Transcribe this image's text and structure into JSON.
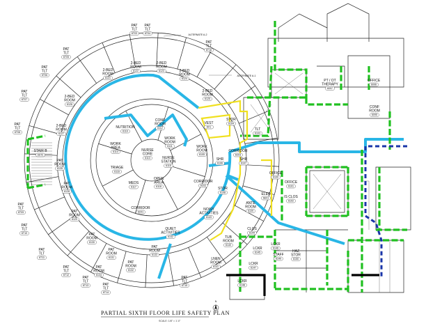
{
  "title": "PARTIAL SIXTH FLOOR LIFE SAFETY PLAN",
  "scale": "SCALE: 1/8\" = 1'-0\"",
  "north": "N",
  "callouts": {
    "alt_a2": "ALTERNATE A-2",
    "alt_a1": "ALTERNATE A-1"
  },
  "patient_rooms": [
    {
      "label": "PAT\nTLT",
      "tag": "6T03"
    },
    {
      "label": "PAT\nTLT",
      "tag": "6T04"
    },
    {
      "label": "PAT\nTLT",
      "tag": "6T05"
    },
    {
      "label": "PAT\nTLT",
      "tag": "6T06"
    },
    {
      "label": "PAT\nTLT",
      "tag": "6T07"
    },
    {
      "label": "PAT\nTLT",
      "tag": "6T08"
    },
    {
      "label": "PAT\nTLT",
      "tag": "6T09"
    },
    {
      "label": "PAT\nTLT",
      "tag": "6T10"
    },
    {
      "label": "PAT\nTLT",
      "tag": "6T11"
    },
    {
      "label": "PAT\nTLT",
      "tag": "6T12"
    },
    {
      "label": "PAT\nTLT",
      "tag": "6T13"
    },
    {
      "label": "PAT\nTLT",
      "tag": "6T14"
    },
    {
      "label": "PAT\nTLT",
      "tag": "6T15"
    },
    {
      "label": "PAT\nTLT",
      "tag": "6T16"
    }
  ],
  "rooms": [
    {
      "key": "bed1",
      "label": "2-BED\nROOM",
      "tag": "6121"
    },
    {
      "key": "bed2",
      "label": "2-BED\nROOM",
      "tag": "6122"
    },
    {
      "key": "bed3",
      "label": "2-BED\nROOM",
      "tag": "6123"
    },
    {
      "key": "bed4",
      "label": "2-BED\nROOM",
      "tag": "6124"
    },
    {
      "key": "bed5",
      "label": "2-BED\nROOM",
      "tag": "6125"
    },
    {
      "key": "bed6",
      "label": "2-BED\nROOM",
      "tag": "6126"
    },
    {
      "key": "bed7",
      "label": "2-BED\nROOM",
      "tag": "6127"
    },
    {
      "key": "patroom1",
      "label": "PAT\nROOM",
      "tag": "6128"
    },
    {
      "key": "patroom2",
      "label": "PAT\nROOM",
      "tag": "6129"
    },
    {
      "key": "patroom3",
      "label": "PAT\nROOM",
      "tag": "6130"
    },
    {
      "key": "patroom4",
      "label": "PAT\nROOM",
      "tag": "6131"
    },
    {
      "key": "patroom5",
      "label": "PAT\nROOM",
      "tag": "6132"
    },
    {
      "key": "patroom6",
      "label": "PAT\nROOM",
      "tag": "6133"
    },
    {
      "key": "patroom7",
      "label": "PAT\nROOM",
      "tag": "6134"
    },
    {
      "key": "patroom8",
      "label": "PAT\nROOM",
      "tag": "6135"
    },
    {
      "key": "stair",
      "label": "STAIR B",
      "tag": "6ST2"
    },
    {
      "key": "nutrition",
      "label": "NUTRITION",
      "tag": "6110"
    },
    {
      "key": "conf",
      "label": "CONF\nROOM",
      "tag": "6112"
    },
    {
      "key": "work",
      "label": "WORK\nROOM",
      "tag": "6111"
    },
    {
      "key": "workarea",
      "label": "WORK\nAREA",
      "tag": "6114"
    },
    {
      "key": "nursecore",
      "label": "NURSE\nCORE",
      "tag": "6113"
    },
    {
      "key": "nursestation",
      "label": "NURSE\nSTATION",
      "tag": "6115"
    },
    {
      "key": "triage",
      "label": "TRIAGE",
      "tag": "6116"
    },
    {
      "key": "meds",
      "label": "MEDS",
      "tag": "6117"
    },
    {
      "key": "openarea",
      "label": "OPEN\nAREA",
      "tag": "6118"
    },
    {
      "key": "corridor",
      "label": "CORRIDOR",
      "tag": "6C01"
    },
    {
      "key": "corridor2",
      "label": "CORRIDOR",
      "tag": "6C02"
    },
    {
      "key": "corridor3",
      "label": "CORRIDOR",
      "tag": "6C03"
    },
    {
      "key": "vest",
      "label": "VEST",
      "tag": "6V1"
    },
    {
      "key": "stor",
      "label": "STOR",
      "tag": "6104"
    },
    {
      "key": "tlt",
      "label": "TLT",
      "tag": "6103"
    },
    {
      "key": "workroom2",
      "label": "WORK\nROOM",
      "tag": "6105"
    },
    {
      "key": "shr1",
      "label": "SHR",
      "tag": "6106"
    },
    {
      "key": "shr2",
      "label": "SHR",
      "tag": "6107"
    },
    {
      "key": "stor2",
      "label": "STOR",
      "tag": "6108"
    },
    {
      "key": "anteroom",
      "label": "ANTE\nROOM",
      "tag": "6109"
    },
    {
      "key": "elec",
      "label": "ELEC",
      "tag": "6E01"
    },
    {
      "key": "office1",
      "label": "OFFICE",
      "tag": "6100"
    },
    {
      "key": "office2",
      "label": "OFFICE",
      "tag": "6101"
    },
    {
      "key": "isclos",
      "label": "IS CLOS",
      "tag": "6102"
    },
    {
      "key": "tubroom",
      "label": "TUB\nROOM",
      "tag": "6140"
    },
    {
      "key": "linroom",
      "label": "LNEN\nROOM",
      "tag": "6141"
    },
    {
      "key": "quiet",
      "label": "QUIET\nACTIVITIES",
      "tag": "6142"
    },
    {
      "key": "noisy",
      "label": "NOISY\nACTIVITIES",
      "tag": "6143"
    },
    {
      "key": "clos",
      "label": "CLOS",
      "tag": "6144"
    },
    {
      "key": "lckr1",
      "label": "LCKR",
      "tag": "6145"
    },
    {
      "key": "lckr2",
      "label": "LCKR",
      "tag": "6146"
    },
    {
      "key": "lckr3",
      "label": "LCKR",
      "tag": "6147"
    },
    {
      "key": "lckr4",
      "label": "LCKR",
      "tag": "6148"
    },
    {
      "key": "staff",
      "label": "STAFF",
      "tag": "6149"
    },
    {
      "key": "hazstor",
      "label": "HAZ\nSTOR",
      "tag": "6150"
    },
    {
      "key": "ptot",
      "label": "PT / OT\nTHERAPY",
      "tag": "6097"
    },
    {
      "key": "office3",
      "label": "OFFICE",
      "tag": "6096"
    },
    {
      "key": "confroom2",
      "label": "CONF\nROOM",
      "tag": "6095"
    }
  ],
  "legend_colors": {
    "smoke_barrier": "#29b6e6",
    "one_hour": "#20c020",
    "two_hour": "#1a35a8",
    "suite_boundary": "#f0e020",
    "three_hour": "#000000"
  }
}
